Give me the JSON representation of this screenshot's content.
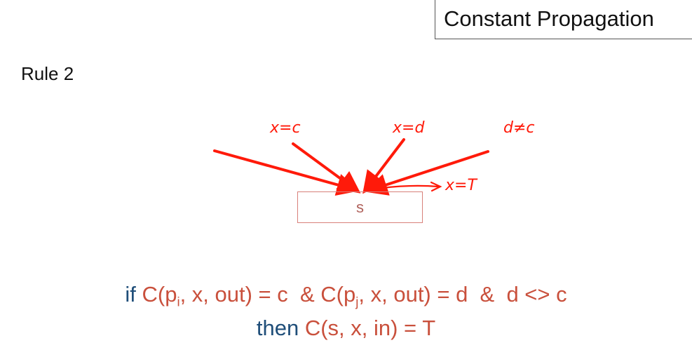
{
  "slide": {
    "title": "Constant Propagation",
    "rule_label": "Rule 2"
  },
  "diagram": {
    "statement_label": "s",
    "annotations": {
      "pred_i": "x=c",
      "pred_j": "x=d",
      "condition": "d≠c",
      "result": "→ x=T"
    },
    "arrow_color": "#ff1a0a",
    "box_border_color": "#d8807a"
  },
  "formula": {
    "line1": {
      "if_kw": "if",
      "c1_pre": "C(p",
      "c1_sub": "i",
      "c1_post": ", x, out) = c  & ",
      "c2_pre": "C(p",
      "c2_sub": "j",
      "c2_post": ", x, out) = d  &  d <> c"
    },
    "line2": {
      "then_kw": "then",
      "expr": "C(s, x, in) = T"
    },
    "keyword_color": "#1f4e79",
    "expr_color": "#c9503c"
  }
}
